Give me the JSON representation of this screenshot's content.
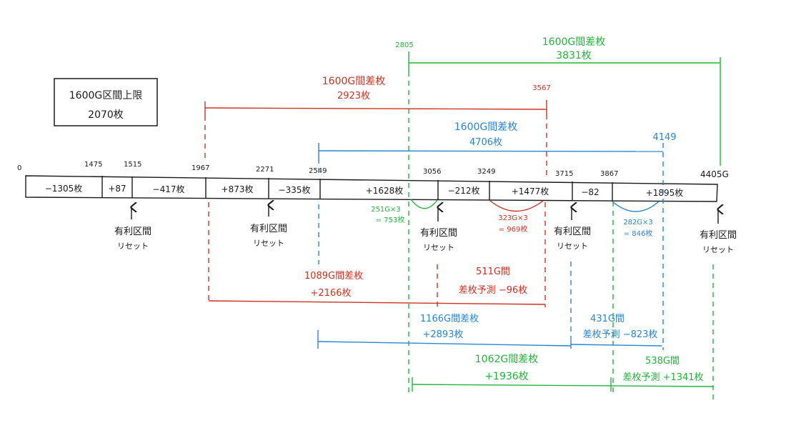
{
  "colors": {
    "black": "#1a1a1a",
    "red": "#cc3322",
    "blue": "#2a86d1",
    "green": "#22b53a"
  },
  "limit_box": {
    "line1": "1600G区間上限",
    "line2": "2070枚"
  },
  "ticks": {
    "t0": "0",
    "t1": "1475",
    "t2": "1515",
    "t3": "1967",
    "t4": "2271",
    "t5": "2549",
    "t6": "3056",
    "t7": "3249",
    "t8": "3715",
    "t9": "3867",
    "t10": "4405G"
  },
  "segments": {
    "s1": "−1305枚",
    "s2": "+87",
    "s3": "−417枚",
    "s4": "+873枚",
    "s5": "−335枚",
    "s6": "+1628枚",
    "s7": "−212枚",
    "s8": "+1477枚",
    "s9": "−82",
    "s10": "+1895枚"
  },
  "reset_label": {
    "line1": "有利区間",
    "line2": "リセット"
  },
  "spans": {
    "green_top": {
      "start": "2805",
      "title": "1600G間差枚",
      "value": "3831枚"
    },
    "red_top": {
      "end": "3567",
      "title": "1600G間差枚",
      "value": "2923枚"
    },
    "blue_top": {
      "end": "4149",
      "title": "1600G間差枚",
      "value": "4706枚"
    },
    "red_bottom": {
      "title": "1089G間差枚",
      "value": "+2166枚"
    },
    "red_pred": {
      "title": "511G間",
      "value": "差枚予測 −96枚"
    },
    "blue_bottom": {
      "title": "1166G間差枚",
      "value": "+2893枚"
    },
    "blue_pred": {
      "title": "431G間",
      "value": "差枚予測 −823枚"
    },
    "green_bottom": {
      "title": "1062G間差枚",
      "value": "+1936枚"
    },
    "green_pred": {
      "title": "538G間",
      "value": "差枚予測 +1341枚"
    }
  },
  "calcs": {
    "green": {
      "line1": "251G×3",
      "line2": "= 753枚"
    },
    "red": {
      "line1": "323G×3",
      "line2": "= 969枚"
    },
    "blue": {
      "line1": "282G×3",
      "line2": "= 846枚"
    }
  }
}
